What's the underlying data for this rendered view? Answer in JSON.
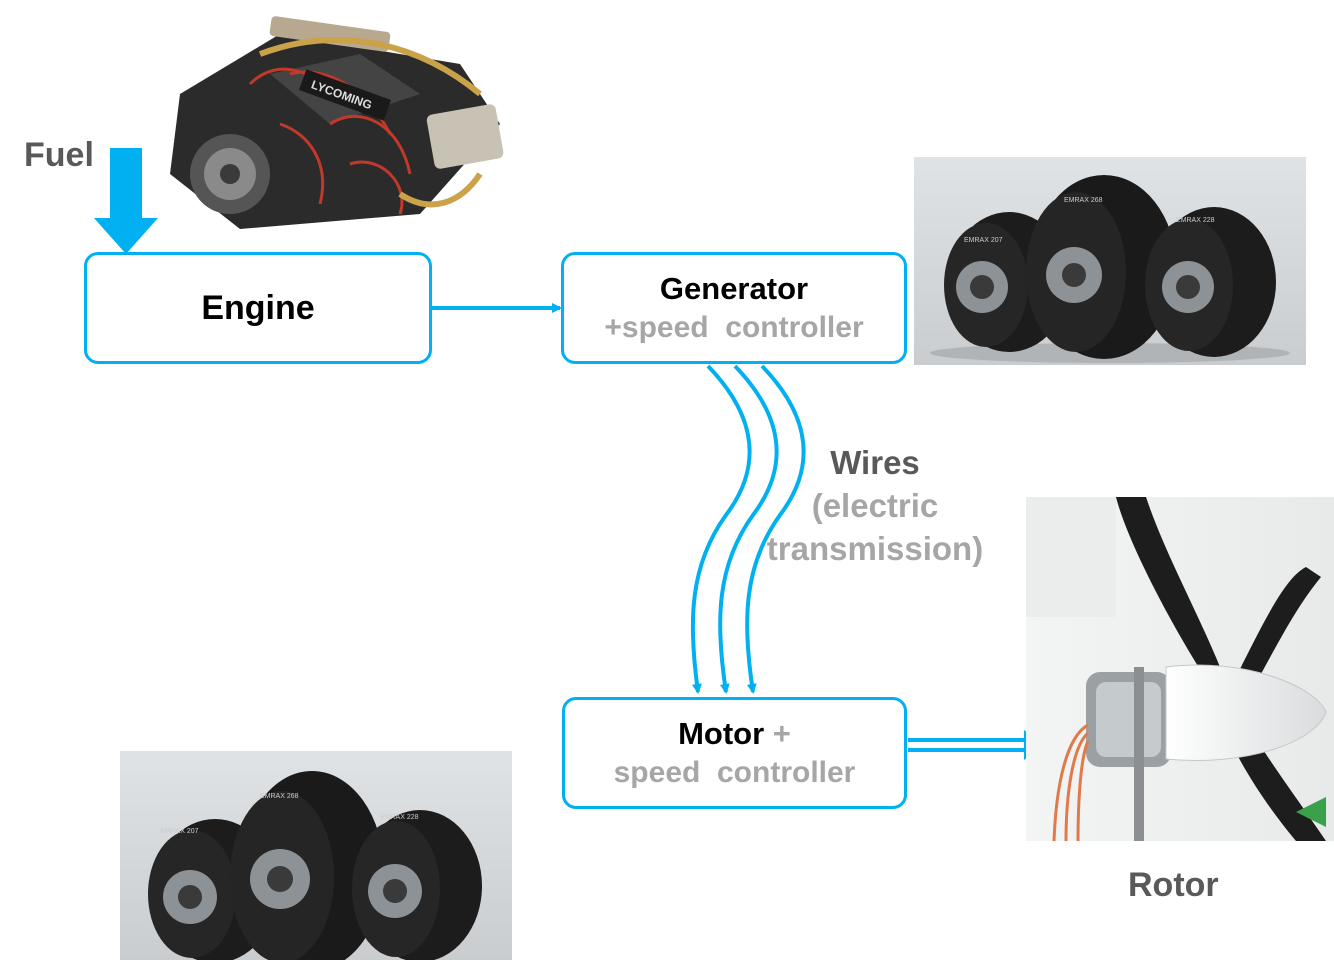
{
  "fuel_label": "Fuel",
  "engine": {
    "label": "Engine",
    "brand_text": "LYCOMING"
  },
  "generator": {
    "title": "Generator",
    "subtitle": "+speed  controller"
  },
  "motor": {
    "title": "Motor",
    "plus": "+",
    "subtitle": "speed  controller"
  },
  "wires": {
    "title": "Wires",
    "line1": "(electric",
    "line2": "transmission)"
  },
  "rotor_label": "Rotor",
  "motor_photo_labels": [
    "EMRAX 207",
    "EMRAX 268",
    "EMRAX 228"
  ],
  "colors": {
    "accent": "#00b0f0",
    "label_gray": "#595959",
    "muted_gray": "#a6a6a6",
    "motor_body": "#1c1c1c"
  }
}
